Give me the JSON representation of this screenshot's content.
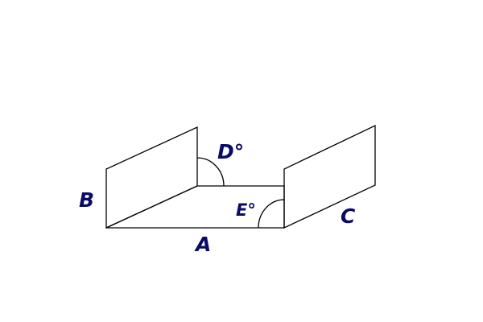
{
  "diagram": {
    "colors": {
      "label": "#0b0b66",
      "lines": "#000000",
      "background": "#ffffff"
    },
    "labels": {
      "a": "A",
      "b": "B",
      "c": "C",
      "d": "D°",
      "e": "E°"
    }
  }
}
